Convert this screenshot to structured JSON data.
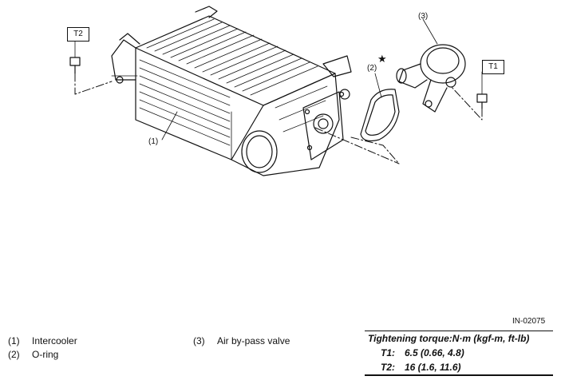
{
  "callouts": [
    {
      "id": "1",
      "text": "(1)"
    },
    {
      "id": "2",
      "text": "(2)"
    },
    {
      "id": "3",
      "text": "(3)"
    }
  ],
  "tags": {
    "t1": "T1",
    "t2": "T2"
  },
  "star": "★",
  "figure_id": "IN-02075",
  "legend": [
    {
      "num": "(1)",
      "label": "Intercooler"
    },
    {
      "num": "(2)",
      "label": "O-ring"
    },
    {
      "num": "(3)",
      "label": "Air by-pass valve"
    }
  ],
  "torque": {
    "title": "Tightening torque:N·m (kgf-m, ft-lb)",
    "rows": [
      {
        "code": "T1:",
        "value": "6.5 (0.66, 4.8)"
      },
      {
        "code": "T2:",
        "value": "16 (1.6, 11.6)"
      }
    ]
  }
}
